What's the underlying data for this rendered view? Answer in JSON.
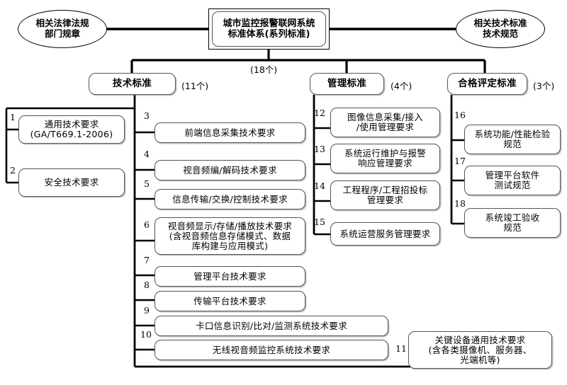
{
  "diagram": {
    "title": "城市监控报警联网系统标准体系(系列标准)",
    "root": {
      "line1": "城市监控报警联网系统",
      "line2": "标准体系(系列标准)",
      "count": "(18个)"
    },
    "side_left": {
      "line1": "相关法律法规",
      "line2": "部门规章"
    },
    "side_right": {
      "line1": "相关技术标准",
      "line2": "技术规范"
    },
    "categories": [
      {
        "label": "技术标准",
        "count": "(11个)"
      },
      {
        "label": "管理标准",
        "count": "(4个)"
      },
      {
        "label": "合格评定标准",
        "count": "(3个)"
      }
    ],
    "items": [
      {
        "num": "1",
        "lines": [
          "通用技术要求",
          "(GA/T669.1-2006)"
        ]
      },
      {
        "num": "2",
        "lines": [
          "安全技术要求"
        ]
      },
      {
        "num": "3",
        "lines": [
          "前端信息采集技术要求"
        ]
      },
      {
        "num": "4",
        "lines": [
          "视音频编/解码技术要求"
        ]
      },
      {
        "num": "5",
        "lines": [
          "信息传输/交换/控制技术要求"
        ]
      },
      {
        "num": "6",
        "lines": [
          "视音频显示/存储/播放技术要求",
          "(含视音频信息存储模式、数据",
          "库构建与应用模式)"
        ]
      },
      {
        "num": "7",
        "lines": [
          "管理平台技术要求"
        ]
      },
      {
        "num": "8",
        "lines": [
          "传输平台技术要求"
        ]
      },
      {
        "num": "9",
        "lines": [
          "卡口信息识别/比对/监测系统技术要求"
        ]
      },
      {
        "num": "10",
        "lines": [
          "无线视音频监控系统技术要求"
        ]
      },
      {
        "num": "11",
        "lines": [
          "关键设备通用技术要求",
          "(含各类摄像机、服务器、",
          "光端机等)"
        ]
      },
      {
        "num": "12",
        "lines": [
          "图像信息采集/接入",
          "/使用管理要求"
        ]
      },
      {
        "num": "13",
        "lines": [
          "系统运行维护与报警",
          "响应管理要求"
        ]
      },
      {
        "num": "14",
        "lines": [
          "工程程序/工程招投标",
          "管理要求"
        ]
      },
      {
        "num": "15",
        "lines": [
          "系统运营服务管理要求"
        ]
      },
      {
        "num": "16",
        "lines": [
          "系统功能/性能检验",
          "规范"
        ]
      },
      {
        "num": "17",
        "lines": [
          "管理平台软件",
          "测试规范"
        ]
      },
      {
        "num": "18",
        "lines": [
          "系统竣工验收",
          "规范"
        ]
      }
    ],
    "colors": {
      "line": "#000000",
      "box_border": "#555555",
      "background": "#ffffff"
    }
  }
}
